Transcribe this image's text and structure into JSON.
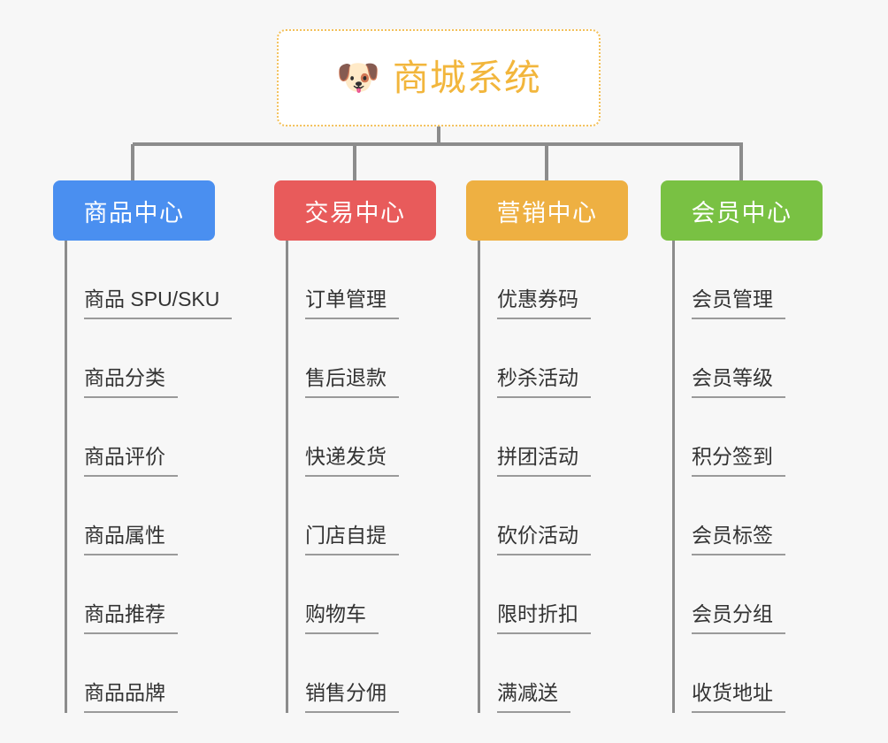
{
  "page": {
    "background_color": "#f7f7f7",
    "title": "商城系统"
  },
  "root": {
    "icon": "dog-face-emoji",
    "emoji": "🐶",
    "label": "商城系统",
    "text_color": "#f2b63c",
    "border_color": "#f3c05a",
    "background_color": "#ffffff"
  },
  "connector": {
    "color": "#8c8c8c"
  },
  "branches": [
    {
      "label": "商品中心",
      "color": "#4a8ff0",
      "items": [
        {
          "label": "商品 SPU/SKU"
        },
        {
          "label": "商品分类"
        },
        {
          "label": "商品评价"
        },
        {
          "label": "商品属性"
        },
        {
          "label": "商品推荐"
        },
        {
          "label": "商品品牌"
        }
      ]
    },
    {
      "label": "交易中心",
      "color": "#e85b5b",
      "items": [
        {
          "label": "订单管理"
        },
        {
          "label": "售后退款"
        },
        {
          "label": "快递发货"
        },
        {
          "label": "门店自提"
        },
        {
          "label": "购物车"
        },
        {
          "label": "销售分佣"
        }
      ]
    },
    {
      "label": "营销中心",
      "color": "#eeb042",
      "items": [
        {
          "label": "优惠券码"
        },
        {
          "label": "秒杀活动"
        },
        {
          "label": "拼团活动"
        },
        {
          "label": "砍价活动"
        },
        {
          "label": "限时折扣"
        },
        {
          "label": "满减送"
        }
      ]
    },
    {
      "label": "会员中心",
      "color": "#79c143",
      "items": [
        {
          "label": "会员管理"
        },
        {
          "label": "会员等级"
        },
        {
          "label": "积分签到"
        },
        {
          "label": "会员标签"
        },
        {
          "label": "会员分组"
        },
        {
          "label": "收货地址"
        }
      ]
    }
  ]
}
